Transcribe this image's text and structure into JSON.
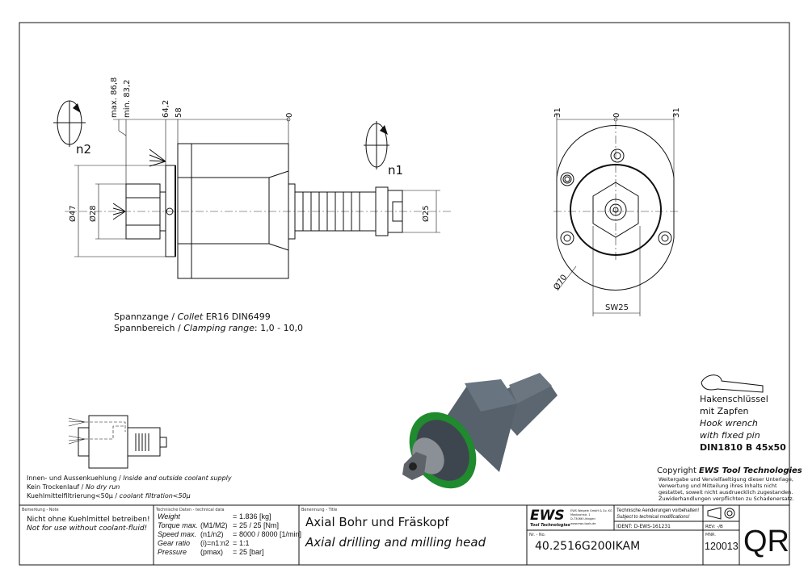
{
  "drawing": {
    "side_view": {
      "rotation_label": "n2",
      "dims": {
        "max": "max. 86,8",
        "min": "min. 83,2",
        "d642": "64,2",
        "d58": "58",
        "zero": "0",
        "dia47": "Ø47",
        "dia28": "Ø28",
        "dia25": "Ø25"
      },
      "shank_rotation_label": "n1"
    },
    "front_view": {
      "dims": {
        "left": "31",
        "zero": "0",
        "right": "31",
        "dia70": "Ø70",
        "sw": "SW25"
      }
    },
    "collet": {
      "line1_de": "Spannzange /",
      "line1_en": "Collet",
      "line1_val": "ER16   DIN6499",
      "line2_de": "Spannbereich /",
      "line2_en": "Clamping range",
      "line2_val": ": 1,0 - 10,0"
    },
    "coolant": {
      "line1_de": "Innen- und Aussenkuehlung /",
      "line1_en": "Inside and outside coolant supply",
      "line2_de": "Kein Trockenlauf /",
      "line2_en": "No dry run",
      "line3_de": "Kuehlmittelfiltrierung<50µ /",
      "line3_en": "coolant filtration<50µ"
    },
    "wrench": {
      "l1": "Hakenschlüssel",
      "l2": "mit Zapfen",
      "l3": "Hook wrench",
      "l4": "with fixed pin",
      "l5": "DIN1810 B 45x50"
    },
    "copyright": {
      "title_pre": "Copyright ",
      "title_brand": "EWS Tool Technologies",
      "l1": "Weitergabe und Vervielfaeltigung dieser Unterlage,",
      "l2": "Verwertung und Mitteilung ihres Inhalts nicht",
      "l3": "gestattet, soweit nicht ausdruecklich zugestanden.",
      "l4": "Zuwiderhandlungen verpflichten zu Schadenersatz."
    }
  },
  "title_block": {
    "note_label": "Bemerkung - Note",
    "note_de": "Nicht ohne Kuehlmittel betreiben!",
    "note_en": "Not for use without coolant-fluid!",
    "tech_label": "Technische Daten - technical data",
    "tech_rows": [
      {
        "name": "Weight",
        "param": "",
        "eq": "=",
        "value": "1.836 [kg]"
      },
      {
        "name": "Torque max.",
        "param": "(M1/M2)",
        "eq": "=",
        "value": "25 / 25 [Nm]"
      },
      {
        "name": "Speed max.",
        "param": "(n1/n2)",
        "eq": "=",
        "value": "8000 / 8000 [1/min]"
      },
      {
        "name": "Gear ratio",
        "param": "(i)=n1:n2",
        "eq": "=",
        "value": "1:1"
      },
      {
        "name": "Pressure",
        "param": "(pmax)",
        "eq": "=",
        "value": "25 [bar]"
      }
    ],
    "title_label": "Benennung - Title",
    "title_de": "Axial Bohr und Fräskopf",
    "title_en": "Axial drilling and milling head",
    "logo": "EWS",
    "logo_sub": "Tool Technologies",
    "company_l1": "EWS Weigele GmbH & Co. KG",
    "company_l2": "Maybachstr. 1",
    "company_l3": "D-73066 Uhingen",
    "company_l4": "www.ews-tools.de",
    "changes_de": "Technische Aenderungen vorbehalten!",
    "changes_en": "Subject to technical modifications!",
    "ident": "IDENT:   D-EWS-161231",
    "rev": "REV:  -/B",
    "nr_label": "Nr. - No.",
    "nr": "40.2516G200IKAM",
    "mnr_label": "MNR.",
    "mnr": "120013",
    "qr": "QR"
  },
  "colors": {
    "green": "#1f8a2e",
    "body": "#4f5962"
  }
}
